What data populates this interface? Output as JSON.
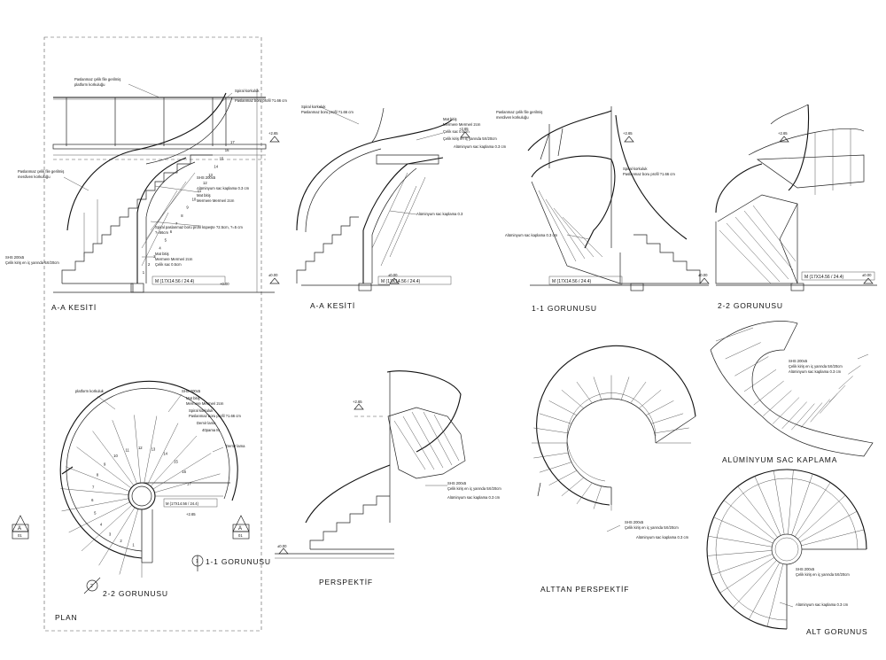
{
  "views": {
    "section_aa_1": {
      "title": "A-A KESİTİ",
      "notes": [
        "Paslanmaz çelik file gerilmiş",
        "platform korkuluğu",
        "Spiral korkuluk",
        "Paslanmaz boru profil ?1.66 cm",
        "Paslanmaz çelik file gerilmiş",
        "merdiven korkuluğu",
        "SHS 200x5",
        "Alüminyum sac kaplama 0.3 cm",
        "Mat bitiş",
        "Mermere Mermeri 2cm",
        "Spiral paslanmaz boru profil küpeşte ?2.5cm, ?=5 cm",
        "?=66cm",
        "Mat bitiş",
        "Mermere Mermeri 2cm",
        "Çelik sac 0.5cm",
        "SHS 200x5",
        "Çelik kiriş en iç yarında 5X/20cm"
      ],
      "step_numbers": [
        "17",
        "16",
        "15",
        "14",
        "13",
        "12",
        "11",
        "10",
        "9",
        "8",
        "7",
        "6",
        "5",
        "4",
        "3",
        "2",
        "1"
      ],
      "dimension": "M (17X14.56 / 24.4)",
      "levels": [
        "+2.65",
        "+0.00",
        "±0.00"
      ]
    },
    "section_aa_2": {
      "title": "A-A KESİTİ",
      "notes": [
        "Spiral korkuluk",
        "Paslanmaz boru profil ?1.66 cm",
        "Mat bitiş",
        "Mermere Mermeri 2cm",
        "Çelik sac 0.5cm",
        "Çelik kiriş en iç yarında 5X/20cm",
        "Alüminyum sac kaplama 0.3 cm",
        "Alüminyum sac kaplama 0.3"
      ],
      "dimension": "M (17X14.56 / 24.4)",
      "levels": [
        "+2.65",
        "±0.00"
      ]
    },
    "view_11": {
      "title": "1-1 GORUNUSU",
      "notes": [
        "Paslanmaz çelik file gerilmiş",
        "merdiven korkuluğu",
        "Spiral korkuluk",
        "Paslanmaz boru profil ?1.66 cm",
        "Alüminyum sac kaplama 0.3 cm"
      ],
      "dimension": "M (17X14.56 / 24.4)",
      "levels": [
        "+2.65",
        "±0.00"
      ]
    },
    "view_22": {
      "title": "2-2 GORUNUSU",
      "dimension": "M (17X14.56 / 24.4)",
      "levels": [
        "+2.65",
        "±0.00"
      ]
    },
    "plan": {
      "title": "PLAN",
      "notes": [
        "platform korkuluk",
        "SHS 200x5",
        "Mat bitiş",
        "Mermere Mermeri 2cm",
        "Spiral korkuluk",
        "Paslanmaz boru profil ?1.66 cm",
        "Demir lama",
        "40pama M",
        "Demir lama"
      ],
      "step_numbers": [
        "1",
        "2",
        "3",
        "4",
        "5",
        "6",
        "7",
        "8",
        "9",
        "10",
        "11",
        "12",
        "13",
        "14",
        "15",
        "16",
        "17"
      ],
      "dimension": "M (17X14.56 / 24.4)",
      "level": "+2.65",
      "section_markers": [
        {
          "letter": "A",
          "sheet": "01"
        },
        {
          "letter": "A",
          "sheet": "01"
        }
      ],
      "view_markers": [
        {
          "number": "1",
          "label": "1-1 GORUNUSU"
        },
        {
          "number": "2",
          "label": "2-2 GORUNUSU"
        }
      ]
    },
    "perspective": {
      "title": "PERSPEKTİF",
      "notes": [
        "SHS 200x5",
        "Çelik kiriş en iç yarında 5X/20cm",
        "Alüminyum sac kaplama 0.3 cm"
      ],
      "levels": [
        "+2.65",
        "±0.00"
      ]
    },
    "underside_perspective": {
      "title": "ALTTAN PERSPEKTİF",
      "notes": [
        "SHS 200x5",
        "Çelik kiriş en iç yarında 5X/20cm",
        "Alüminyum sac kaplama 0.3 cm"
      ]
    },
    "aluminium_cladding": {
      "title": "ALÜMİNYUM SAC KAPLAMA",
      "notes": [
        "SHS 200x5",
        "Çelik kiriş en iç yarında 5X/20cm",
        "Alüminyum sac kaplama 0.3 cm"
      ]
    },
    "bottom_view": {
      "title": "ALT GORUNUS",
      "notes": [
        "SHS 200x5",
        "Çelik kiriş en iç yarında 5X/20cm",
        "Alüminyum sac kaplama 0.3 cm"
      ]
    }
  }
}
